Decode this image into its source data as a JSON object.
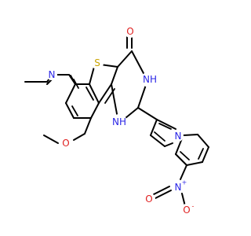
{
  "atoms": {
    "S": "S",
    "O_carbonyl": "O",
    "N_pyridine": "N",
    "NH_3": "NH",
    "NH_1": "NH",
    "N_pyrrole": "N",
    "O_methoxy": "O",
    "N_nitro": "N",
    "nitro_plus": "+",
    "O_nitro_upper": "O",
    "O_nitro_lower": "O",
    "nitro_minus": "-"
  },
  "colors": {
    "nitrogen": "#2b26e6",
    "oxygen": "#e02020",
    "sulfur": "#c9a300",
    "bond": "#000000"
  }
}
